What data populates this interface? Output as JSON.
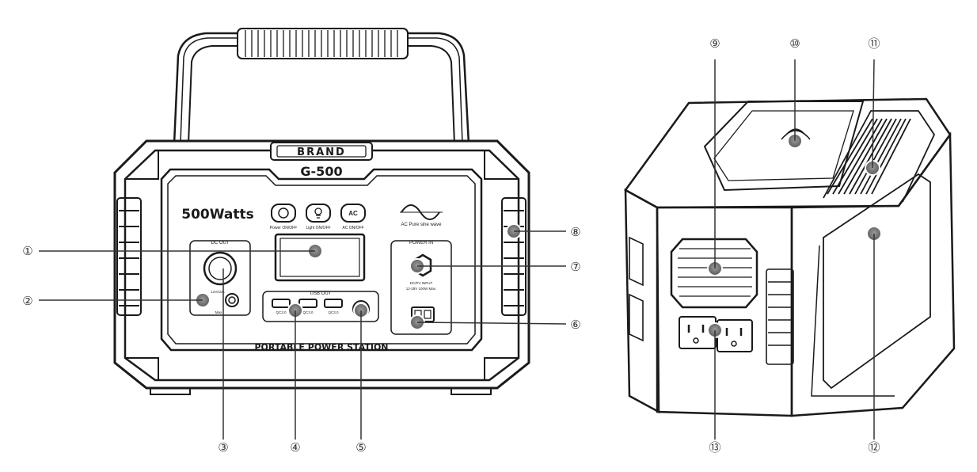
{
  "front": {
    "brand": "BRAND",
    "model": "G-500",
    "power_rating": "500Watts",
    "buttons": [
      {
        "label": "Power ON/OFF",
        "icon": "power-icon"
      },
      {
        "label": "Light ON/OFF",
        "icon": "bulb-icon"
      },
      {
        "label": "AC ON/OFF",
        "icon": "ac-icon",
        "face": "AC"
      }
    ],
    "wave_caption": "AC Pure sine wave",
    "dc_out_label": "DC OUT",
    "dc_rating": "12V/10A",
    "dc_max": "Max",
    "usb_out_label": "USB OUT",
    "usb_ports": [
      "QC3.0",
      "QC3.0",
      "QC3.0"
    ],
    "power_in_label": "POWER IN",
    "power_in_spec_1": "DC/PV INPUT",
    "power_in_spec_2": "12-28V 100W Max.",
    "footer": "PORTABLE POWER STATION"
  },
  "callouts": [
    "①",
    "②",
    "③",
    "④",
    "⑤",
    "⑥",
    "⑦",
    "⑧",
    "⑨",
    "⑩",
    "⑪",
    "⑫",
    "⑬"
  ],
  "colors": {
    "ink": "#1a1a1a",
    "line": "#333333",
    "dot": "#6e6e6e",
    "paper": "#ffffff"
  }
}
